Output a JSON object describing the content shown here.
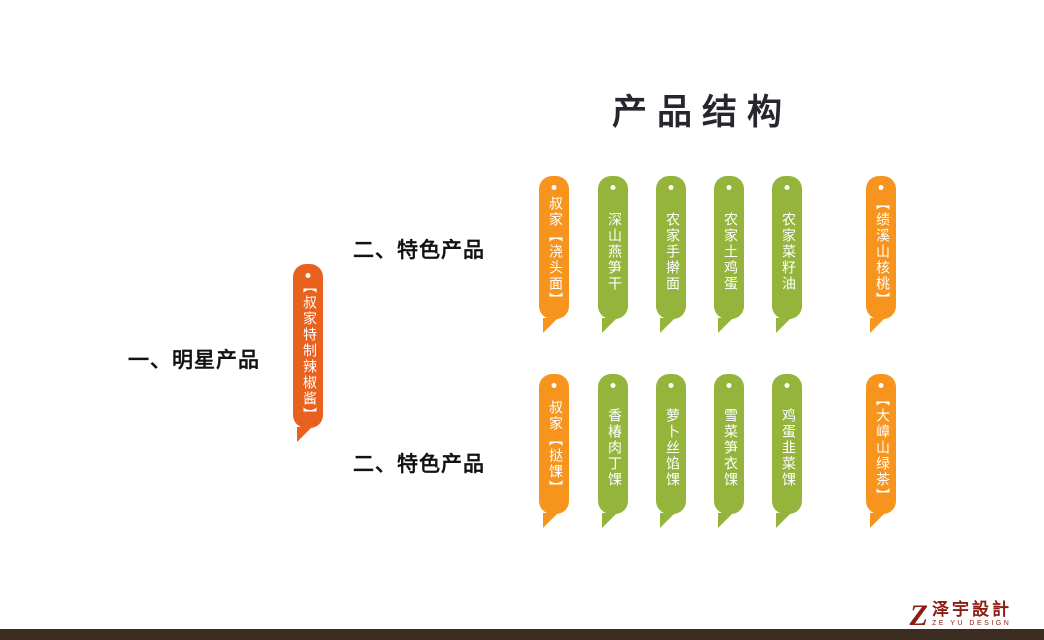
{
  "title": "产品结构",
  "colors": {
    "orange": "#F7941D",
    "red_orange": "#E8611F",
    "green": "#95B43C",
    "title_text": "#26262E",
    "footer_bar": "#3B2C20",
    "logo": "#8C1D12"
  },
  "star": {
    "label": "一、明星产品",
    "tag": "【叔家特制辣椒酱】"
  },
  "rows": [
    {
      "label": "二、特色产品",
      "tags": [
        {
          "text": "叔家【浇头面】",
          "color": "orange"
        },
        {
          "text": "深山燕笋干",
          "color": "green"
        },
        {
          "text": "农家手擀面",
          "color": "green"
        },
        {
          "text": "农家土鸡蛋",
          "color": "green"
        },
        {
          "text": "农家菜籽油",
          "color": "green"
        },
        {
          "text": "【绩溪山核桃】",
          "color": "orange"
        }
      ]
    },
    {
      "label": "二、特色产品",
      "tags": [
        {
          "text": "叔家【挞馃】",
          "color": "orange"
        },
        {
          "text": "香椿肉丁馃",
          "color": "green"
        },
        {
          "text": "萝卜丝馅馃",
          "color": "green"
        },
        {
          "text": "雪菜笋衣馃",
          "color": "green"
        },
        {
          "text": "鸡蛋韭菜馃",
          "color": "green"
        },
        {
          "text": "【大嶂山绿茶】",
          "color": "orange"
        }
      ]
    }
  ],
  "footer": {
    "logo_letter": "Z",
    "logo_cn": "泽宇設計",
    "logo_en": "ZE YU DESIGN"
  }
}
